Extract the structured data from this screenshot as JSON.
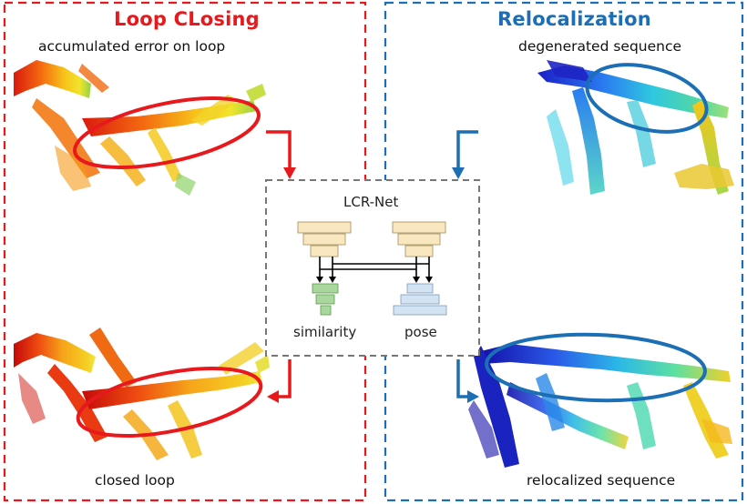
{
  "left_panel": {
    "title": "Loop CLosing",
    "title_color": "#e8191d",
    "border_color": "#e8191d",
    "top_caption": "accumulated error on loop",
    "bottom_caption": "closed loop"
  },
  "right_panel": {
    "title": "Relocalization",
    "title_color": "#1c6fb5",
    "border_color": "#1c6fb5",
    "top_caption": "degenerated sequence",
    "bottom_caption": "relocalized sequence"
  },
  "center": {
    "title": "LCR-Net",
    "similarity_label": "similarity",
    "pose_label": "pose",
    "border_color": "#777777",
    "encoder_color": "#f8e7bf",
    "similarity_color": "#a9d79e",
    "pose_color": "#d3e3f2"
  }
}
